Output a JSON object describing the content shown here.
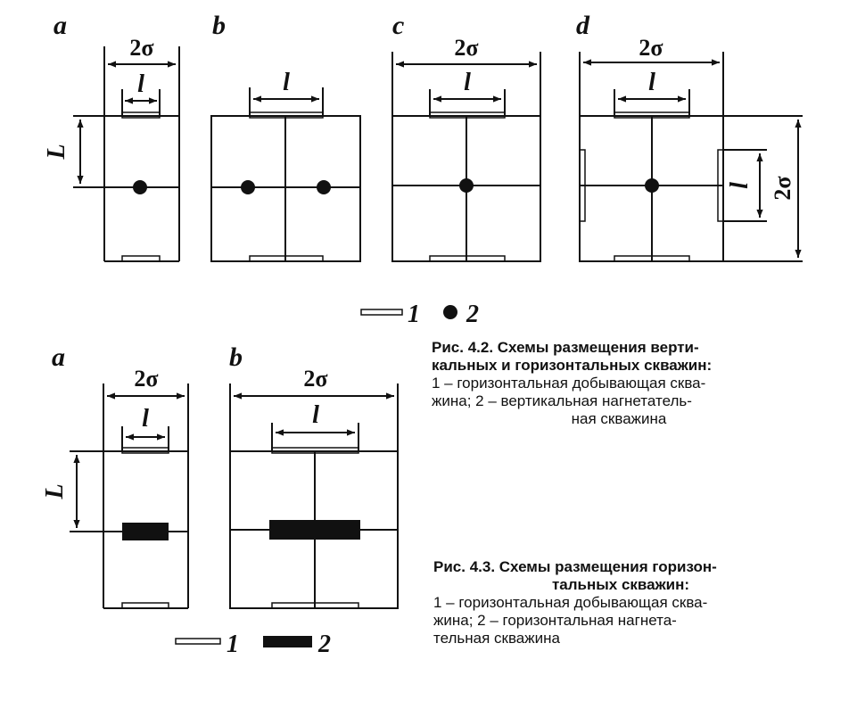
{
  "figure_42": {
    "panels": [
      "a",
      "b",
      "c",
      "d"
    ],
    "label_2sigma": "2σ",
    "label_l": "l",
    "label_L": "L",
    "legend": [
      {
        "num": "1",
        "symbol": "horizontal-production-well"
      },
      {
        "num": "2",
        "symbol": "vertical-injection-well"
      }
    ],
    "caption": {
      "title": "Рис. 4.2. Схемы размещения верти-",
      "title_cont": "кальных и горизонтальных скважин:",
      "line1": "1 – горизонтальная добывающая сква-",
      "line2": "жина; 2 – вертикальная нагнетатель-",
      "line3": "ная скважина"
    }
  },
  "figure_43": {
    "panels": [
      "a",
      "b"
    ],
    "label_2sigma": "2σ",
    "label_l": "l",
    "label_L": "L",
    "legend": [
      {
        "num": "1",
        "symbol": "horizontal-production-well"
      },
      {
        "num": "2",
        "symbol": "horizontal-injection-well"
      }
    ],
    "caption": {
      "title": "Рис. 4.3. Схемы размещения горизон-",
      "title_cont": "тальных скважин:",
      "line1": "1 – горизонтальная добывающая сква-",
      "line2": "жина; 2 – горизонтальная нагнета-",
      "line3": "тельная скважина"
    }
  },
  "colors": {
    "ink": "#111111",
    "background": "#ffffff"
  }
}
